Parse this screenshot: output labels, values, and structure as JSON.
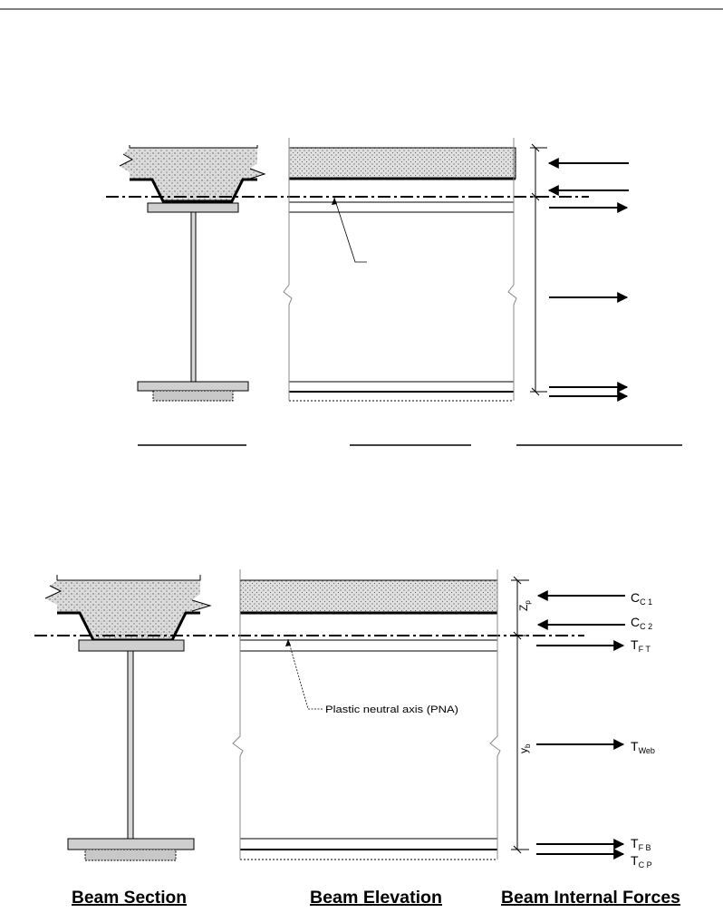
{
  "diagram": {
    "annotation": "Plastic neutral axis (PNA)",
    "depth_top": "Z",
    "depth_top_sub": "p",
    "depth_bottom": "y",
    "depth_bottom_sub": "b"
  },
  "forces": [
    {
      "symbol": "C",
      "sub": "C 1",
      "direction": "left"
    },
    {
      "symbol": "C",
      "sub": "C 2",
      "direction": "left"
    },
    {
      "symbol": "T",
      "sub": "F T",
      "direction": "right"
    },
    {
      "symbol": "T",
      "sub": "Web",
      "direction": "right"
    },
    {
      "symbol": "T",
      "sub": "F B",
      "direction": "right"
    },
    {
      "symbol": "T",
      "sub": "C P",
      "direction": "right"
    }
  ],
  "captions": {
    "section": "Beam Section",
    "elevation": "Beam Elevation",
    "forces": "Beam Internal Forces"
  },
  "colors": {
    "concrete": "#d2d2d2",
    "steel": "#cfcfcf",
    "cover_plate": "#c8c8c8",
    "line": "#000000"
  }
}
